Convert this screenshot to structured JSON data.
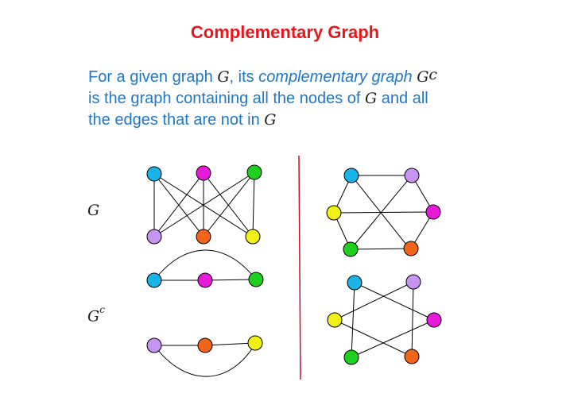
{
  "title": "Complementary Graph",
  "definition": {
    "line1_a": "For a given graph ",
    "line1_g": "G",
    "line1_b": ", its ",
    "line1_em": "complementary graph",
    "line1_gc": "G",
    "line1_sup": "c",
    "line2_a": "is the graph containing all the nodes of ",
    "line2_g": "G",
    "line2_b": " and all",
    "line3_a": "the edges that are not in ",
    "line3_g": "G"
  },
  "labels": {
    "g": "G",
    "gc_base": "G",
    "gc_sup": "c"
  },
  "colors": {
    "cyan": "#19b3e6",
    "magenta": "#e61ad8",
    "green": "#1fd01f",
    "violet": "#c693f0",
    "orange": "#f26419",
    "yellow": "#f0f016",
    "divider": "#c8102e"
  }
}
